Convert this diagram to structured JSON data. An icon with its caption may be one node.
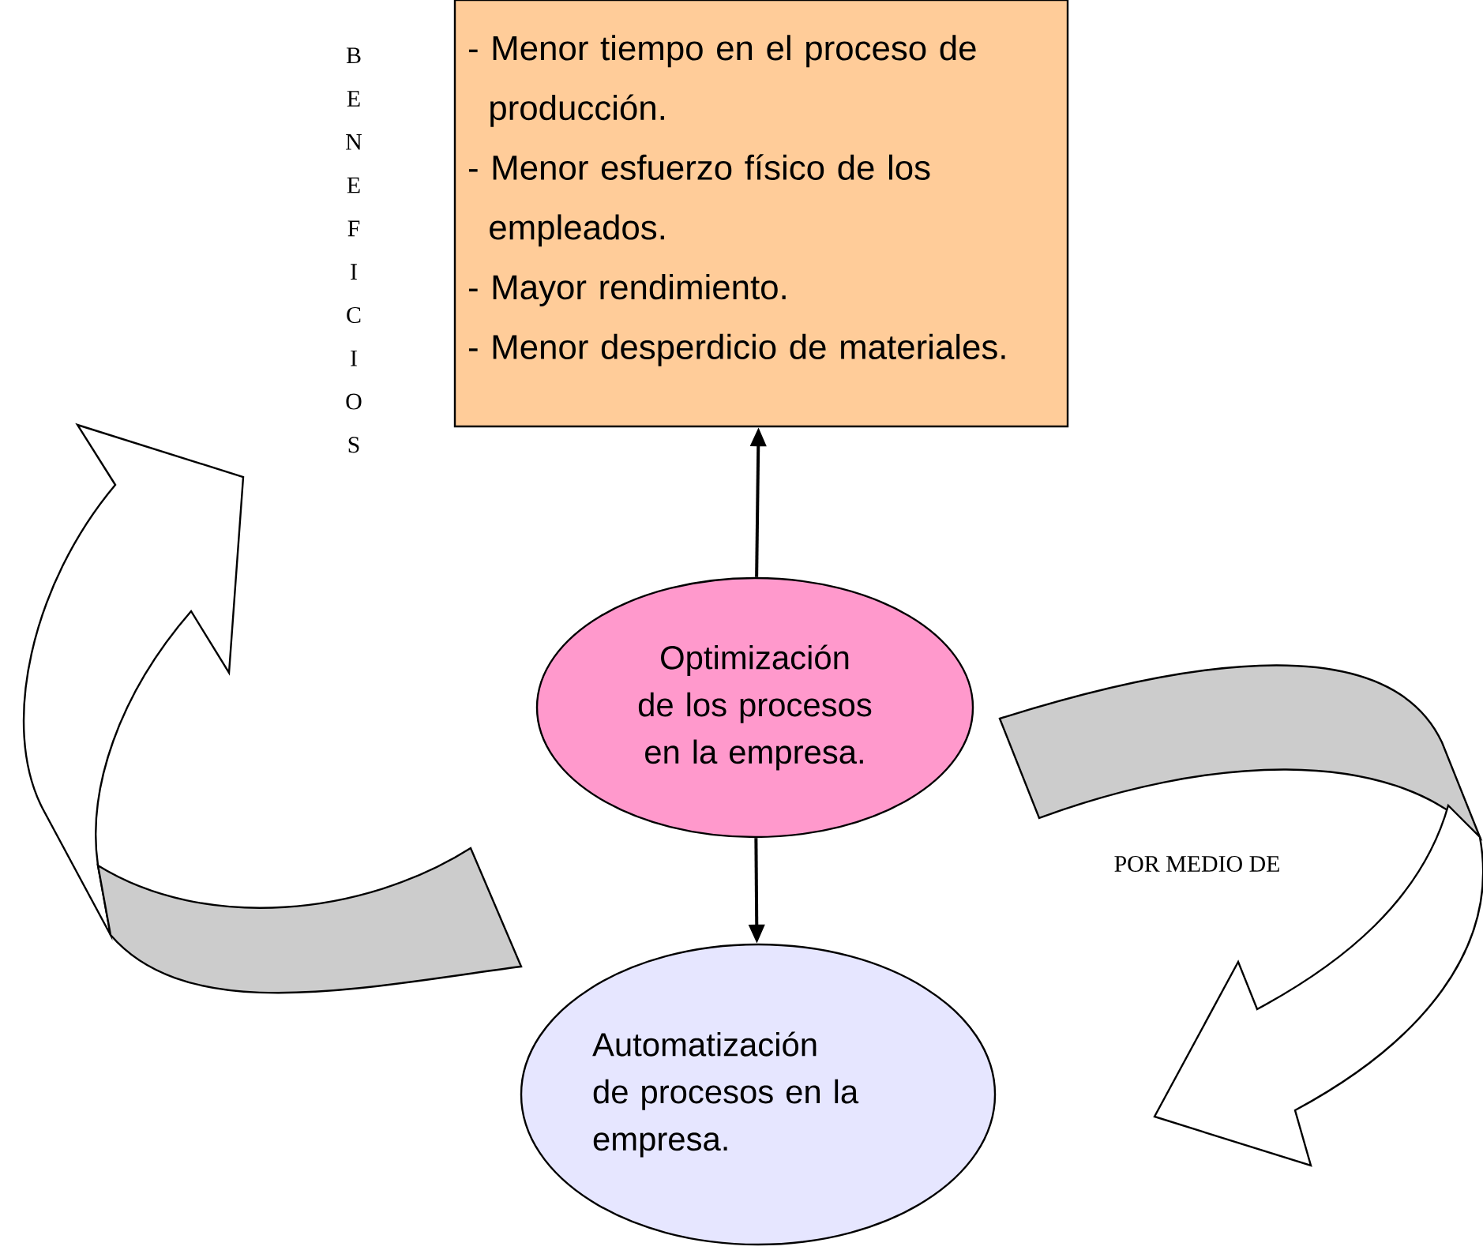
{
  "diagram": {
    "nodes": [
      {
        "text": [
          "- Menor tiempo en el proceso de producción.",
          "- Menor esfuerzo físico de los empleados.",
          "- Mayor rendimiento.",
          "- Menor desperdicio de materiales."
        ]
      },
      {
        "text": [
          "Optimización de los procesos en la empresa."
        ]
      },
      {
        "text": [
          "Automatización de procesos en la empresa."
        ]
      }
    ],
    "edges": [
      {
        "from": 1,
        "to": 0,
        "arrow": "to"
      },
      {
        "from": 1,
        "to": 2,
        "arrow": "to"
      }
    ],
    "labels": [
      "BENEFICIOS",
      "POR MEDIO DE"
    ]
  }
}
